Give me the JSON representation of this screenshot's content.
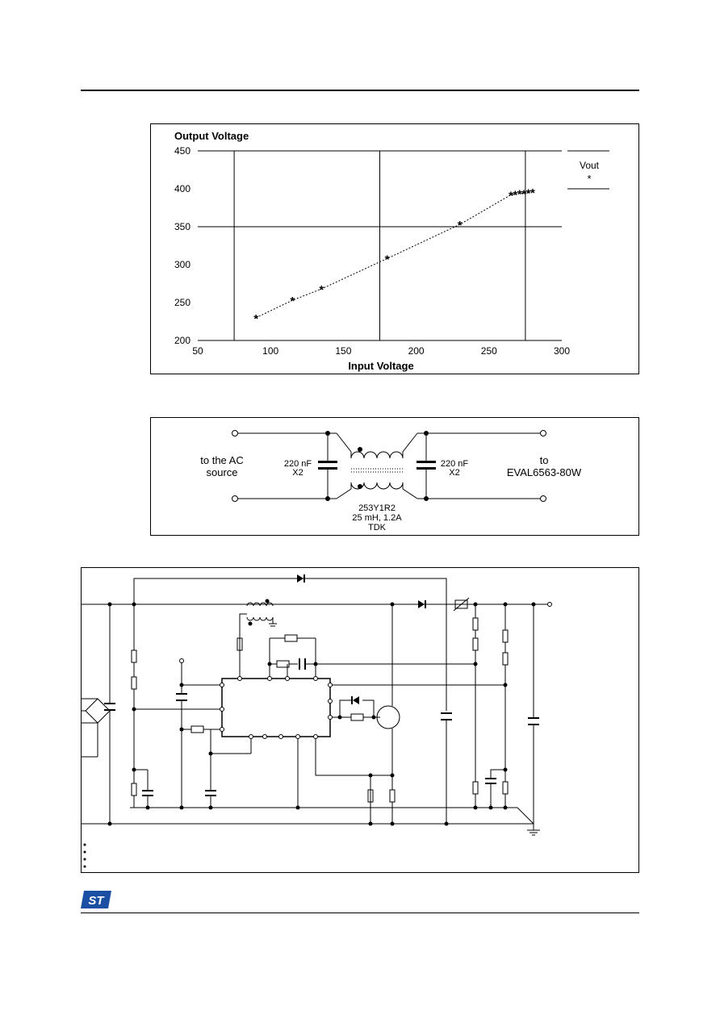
{
  "chart_data": {
    "type": "scatter",
    "ylabel": "Output Voltage",
    "xlabel": "Input Voltage",
    "xlim": [
      50,
      300
    ],
    "ylim": [
      200,
      450
    ],
    "x_ticks": [
      50,
      100,
      150,
      200,
      250,
      300
    ],
    "y_ticks": [
      200,
      250,
      300,
      350,
      400,
      450
    ],
    "series": [
      {
        "name": "Vout",
        "x": [
          90,
          115,
          135,
          180,
          230,
          265,
          268,
          271,
          274,
          277,
          280
        ],
        "y": [
          230,
          253,
          268,
          308,
          353,
          392,
          393,
          394,
          394,
          395,
          396
        ]
      }
    ],
    "legend": "top-right",
    "grid": true
  },
  "filter": {
    "left_label_1": "to the AC",
    "left_label_2": "source",
    "cap_left_1": "220 nF",
    "cap_left_2": "X2",
    "cap_right_1": "220 nF",
    "cap_right_2": "X2",
    "right_label_1": "to",
    "right_label_2": "EVAL6563-80W",
    "choke_1": "253Y1R2",
    "choke_2": "25 mH, 1.2A",
    "choke_3": "TDK"
  },
  "schematic": {
    "input_symbol": "~"
  },
  "footer": {
    "logo": "ST"
  }
}
